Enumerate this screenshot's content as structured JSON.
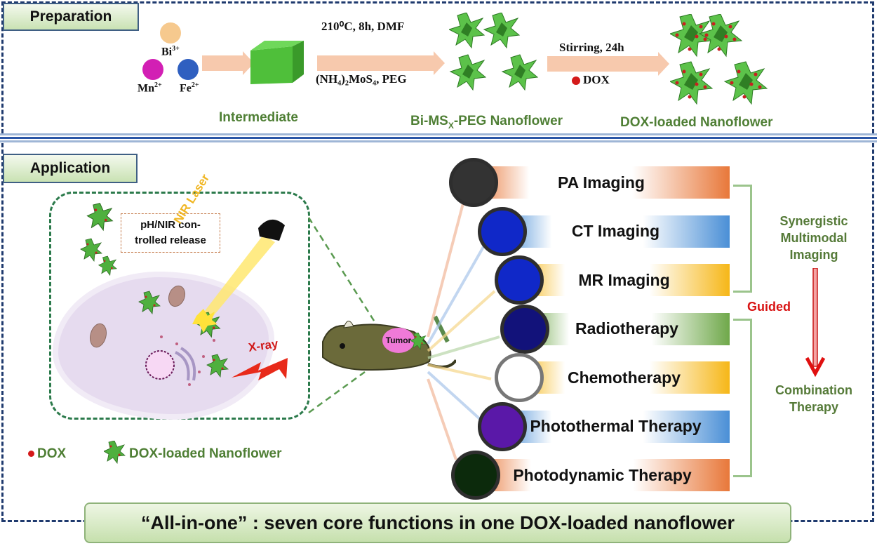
{
  "sections": {
    "preparation": "Preparation",
    "application": "Application"
  },
  "preparation": {
    "ions": [
      {
        "symbol": "Bi",
        "charge": "3+",
        "color": "#f6c98e"
      },
      {
        "symbol": "Mn",
        "charge": "2+",
        "color": "#d21fb4"
      },
      {
        "symbol": "Fe",
        "charge": "2+",
        "color": "#2f5fc0"
      }
    ],
    "step1": {
      "label": "Intermediate",
      "conditions_top": "210⁰C, 8h, DMF",
      "conditions_bottom": "(NH₄)₂MoS₄, PEG"
    },
    "step2": {
      "label_prefix": "Bi-MS",
      "label_sub": "X",
      "label_suffix": "-PEG Nanoflower",
      "conditions_top": "Stirring, 24h",
      "conditions_bottom": "DOX"
    },
    "step3": {
      "label": "DOX-loaded Nanoflower"
    }
  },
  "application": {
    "release_note": "pH/NIR con-\ntrolled release",
    "laser_label": "NIR Laser",
    "xray_label": "X-ray",
    "tumor_label": "Tumor",
    "legend": {
      "dox": "DOX",
      "nanoflower": "DOX-loaded Nanoflower"
    },
    "functions": [
      {
        "label": "PA Imaging",
        "color": "#e8783a"
      },
      {
        "label": "CT Imaging",
        "color": "#4a8fd6"
      },
      {
        "label": "MR Imaging",
        "color": "#f6b718"
      },
      {
        "label": "Radiotherapy",
        "color": "#6fa84a"
      },
      {
        "label": "Chemotherapy",
        "color": "#f6b718"
      },
      {
        "label": "Photothermal Therapy",
        "color": "#4a8fd6"
      },
      {
        "label": "Photodynamic Therapy",
        "color": "#e8783a"
      }
    ],
    "imaging_group": "Synergistic\nMultimodal\nImaging",
    "guided_label": "Guided",
    "therapy_group": "Combination\nTherapy"
  },
  "footer": "“All-in-one” : seven core functions in one DOX-loaded nanoflower"
}
